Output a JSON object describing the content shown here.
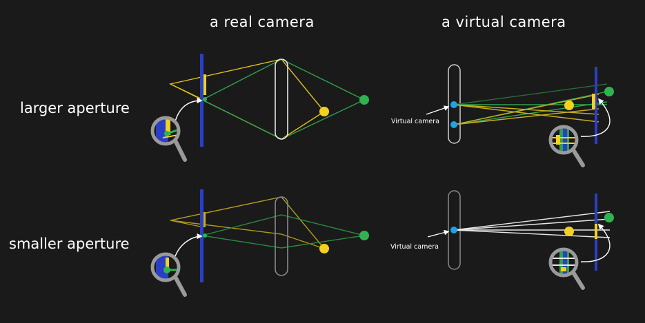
{
  "titles": {
    "real": "a real camera",
    "virtual": "a virtual camera"
  },
  "rows": {
    "larger": "larger aperture",
    "smaller": "smaller aperture"
  },
  "labels": {
    "virtual_camera_top": "Virtual camera",
    "virtual_camera_bottom": "Virtual camera"
  },
  "colors": {
    "background": "#1a1a1a",
    "sensor": "#2a3fc7",
    "yellow": "#f2d21f",
    "green": "#2fb350",
    "lens_outline": "#e8e8e8",
    "virtual_camera_dot": "#1ea3e6",
    "magnifier": "#9a9a9a"
  },
  "icons": [
    "magnifier-icon",
    "lens-icon"
  ]
}
